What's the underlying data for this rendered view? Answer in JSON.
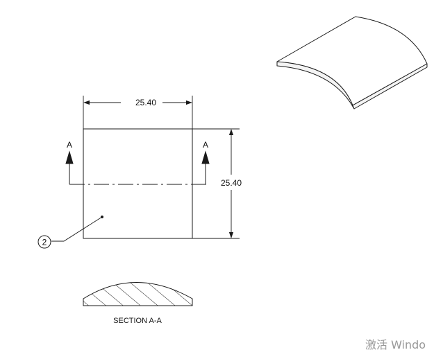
{
  "drawing": {
    "width_dimension": "25.40",
    "height_dimension": "25.40",
    "section_label_left": "A",
    "section_label_right": "A",
    "balloon_number": "2",
    "section_caption": "SECTION A-A"
  },
  "watermark": {
    "text": "激活 Windo"
  },
  "colors": {
    "line": "#1a1a1a",
    "watermark": "#9a9a9a",
    "iso_top_face": "#ffffff",
    "iso_edge_face": "#f4f4f4"
  }
}
